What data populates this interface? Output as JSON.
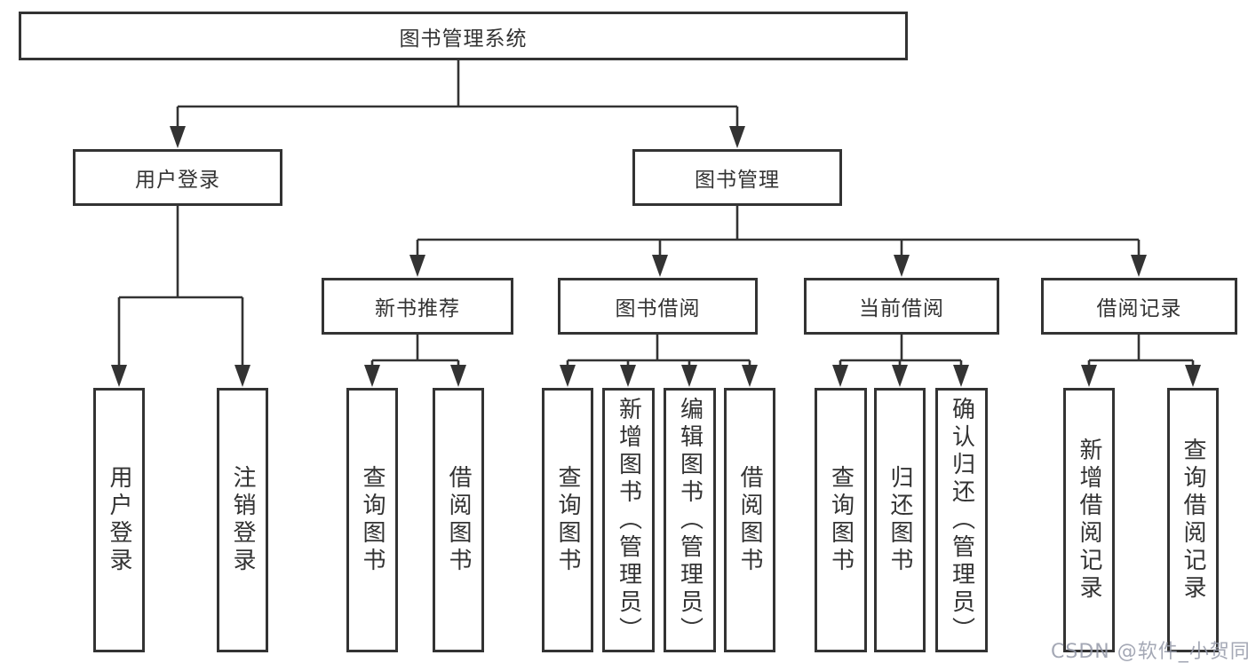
{
  "tree": {
    "root": "图书管理系统",
    "branches": [
      {
        "label": "用户登录",
        "children": [
          {
            "label": "用户登录"
          },
          {
            "label": "注销登录"
          }
        ]
      },
      {
        "label": "图书管理",
        "children": [
          {
            "label": "新书推荐",
            "children": [
              {
                "label": "查询图书"
              },
              {
                "label": "借阅图书"
              }
            ]
          },
          {
            "label": "图书借阅",
            "children": [
              {
                "label": "查询图书"
              },
              {
                "label": "新增图书（管理员）"
              },
              {
                "label": "编辑图书（管理员）"
              },
              {
                "label": "借阅图书"
              }
            ]
          },
          {
            "label": "当前借阅",
            "children": [
              {
                "label": "查询图书"
              },
              {
                "label": "归还图书"
              },
              {
                "label": "确认归还（管理员）"
              }
            ]
          },
          {
            "label": "借阅记录",
            "children": [
              {
                "label": "新增借阅记录"
              },
              {
                "label": "查询借阅记录"
              }
            ]
          }
        ]
      }
    ]
  },
  "watermark": "CSDN @软件_小贺同学",
  "colors": {
    "line": "#333333",
    "node_border": "#333333",
    "node_fill": "#ffffff",
    "text": "#333333",
    "background": "#ffffff",
    "watermark": "#949aa8"
  }
}
